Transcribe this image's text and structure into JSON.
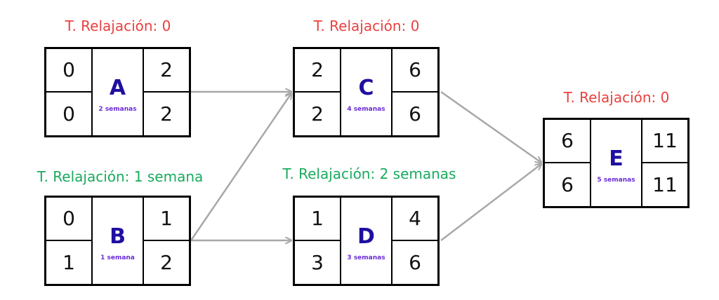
{
  "nodes": {
    "A": {
      "name": "A",
      "duration": "2 semanas",
      "es": "0",
      "ef": "2",
      "ls": "0",
      "lf": "2",
      "slack": "T. Relajación: 0",
      "critical": true
    },
    "B": {
      "name": "B",
      "duration": "1 semana",
      "es": "0",
      "ef": "1",
      "ls": "1",
      "lf": "2",
      "slack": "T. Relajación: 1 semana",
      "critical": false
    },
    "C": {
      "name": "C",
      "duration": "4 semanas",
      "es": "2",
      "ef": "6",
      "ls": "2",
      "lf": "6",
      "slack": "T. Relajación: 0",
      "critical": true
    },
    "D": {
      "name": "D",
      "duration": "3 semanas",
      "es": "1",
      "ef": "4",
      "ls": "3",
      "lf": "6",
      "slack": "T. Relajación: 2 semanas",
      "critical": false
    },
    "E": {
      "name": "E",
      "duration": "5 semanas",
      "es": "6",
      "ef": "11",
      "ls": "6",
      "lf": "11",
      "slack": "T. Relajación: 0",
      "critical": true
    }
  },
  "edges": [
    {
      "from": "A",
      "to": "C"
    },
    {
      "from": "B",
      "to": "C"
    },
    {
      "from": "B",
      "to": "D"
    },
    {
      "from": "C",
      "to": "E"
    },
    {
      "from": "D",
      "to": "E"
    }
  ],
  "colors": {
    "critical_slack": "#e8413f",
    "noncritical_slack": "#1aaa5e",
    "activity_label": "#1f0fa0",
    "duration_label": "#6a2bd6",
    "arrow": "#a8a8a8"
  }
}
